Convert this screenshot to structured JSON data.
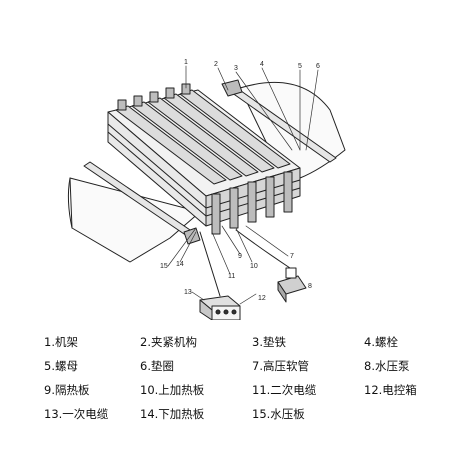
{
  "callouts": [
    "1",
    "2",
    "3",
    "4",
    "5",
    "6",
    "7",
    "8",
    "9",
    "10",
    "11",
    "12",
    "13",
    "14",
    "15"
  ],
  "legend": [
    "1.机架",
    "2.夹紧机构",
    "3.垫铁",
    "4.螺栓",
    "5.螺母",
    "6.垫圈",
    "7.高压软管",
    "8.水压泵",
    "9.隔热板",
    "10.上加热板",
    "11.二次电缆",
    "12.电控箱",
    "13.一次电缆",
    "14.下加热板",
    "15.水压板"
  ]
}
